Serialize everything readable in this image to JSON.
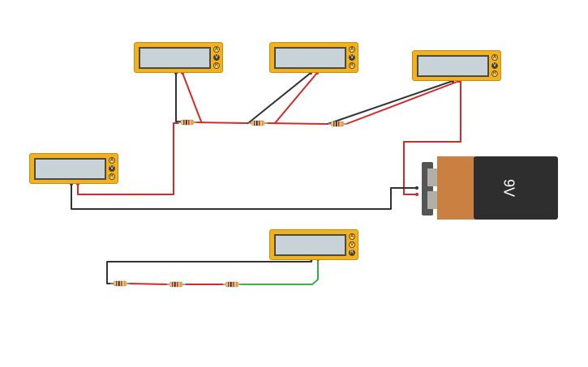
{
  "battery": {
    "voltage_label": "9V",
    "body_color": "#2e2e2e",
    "label_color": "#c98040"
  },
  "multimeter": {
    "mode_labels": [
      "A",
      "V",
      "R"
    ],
    "active_mode": "V",
    "case_color": "#f2b21d"
  },
  "wire_colors": {
    "positive": "#d42a2a",
    "negative": "#333333",
    "other": "#3cb043"
  }
}
